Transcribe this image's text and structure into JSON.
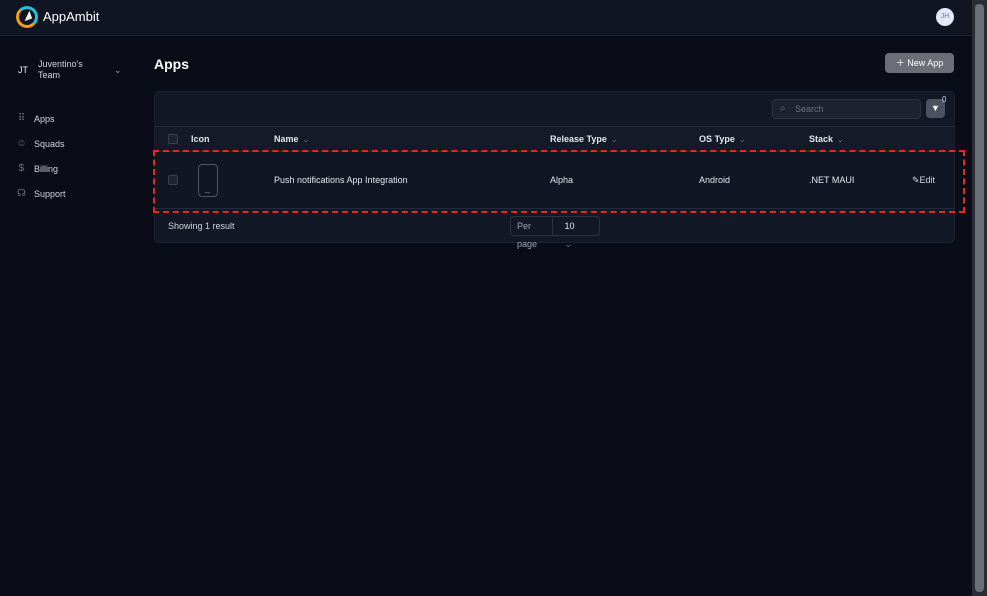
{
  "app": {
    "brand": "AppAmbit",
    "avatar": "JH"
  },
  "sidebar": {
    "team_initials": "JT",
    "team_name": "Juventino's Team",
    "items": [
      {
        "label": "Apps",
        "icon": "grid-icon"
      },
      {
        "label": "Squads",
        "icon": "users-icon"
      },
      {
        "label": "Billing",
        "icon": "dollar-icon"
      },
      {
        "label": "Support",
        "icon": "headset-icon"
      }
    ]
  },
  "main": {
    "title": "Apps",
    "new_app": "New App",
    "search_placeholder": "Search",
    "filter_count": "0",
    "columns": [
      "Icon",
      "Name",
      "Release Type",
      "OS Type",
      "Stack"
    ],
    "rows": [
      {
        "name": "Push notifications App Integration",
        "release": "Alpha",
        "os": "Android",
        "stack": ".NET MAUI",
        "edit": "Edit"
      }
    ],
    "showing": "Showing 1 result",
    "per_page_label": "Per page",
    "per_page_value": "10"
  },
  "colors": {
    "highlight": "#e8281c",
    "accent_logo": "#f59e0b"
  }
}
